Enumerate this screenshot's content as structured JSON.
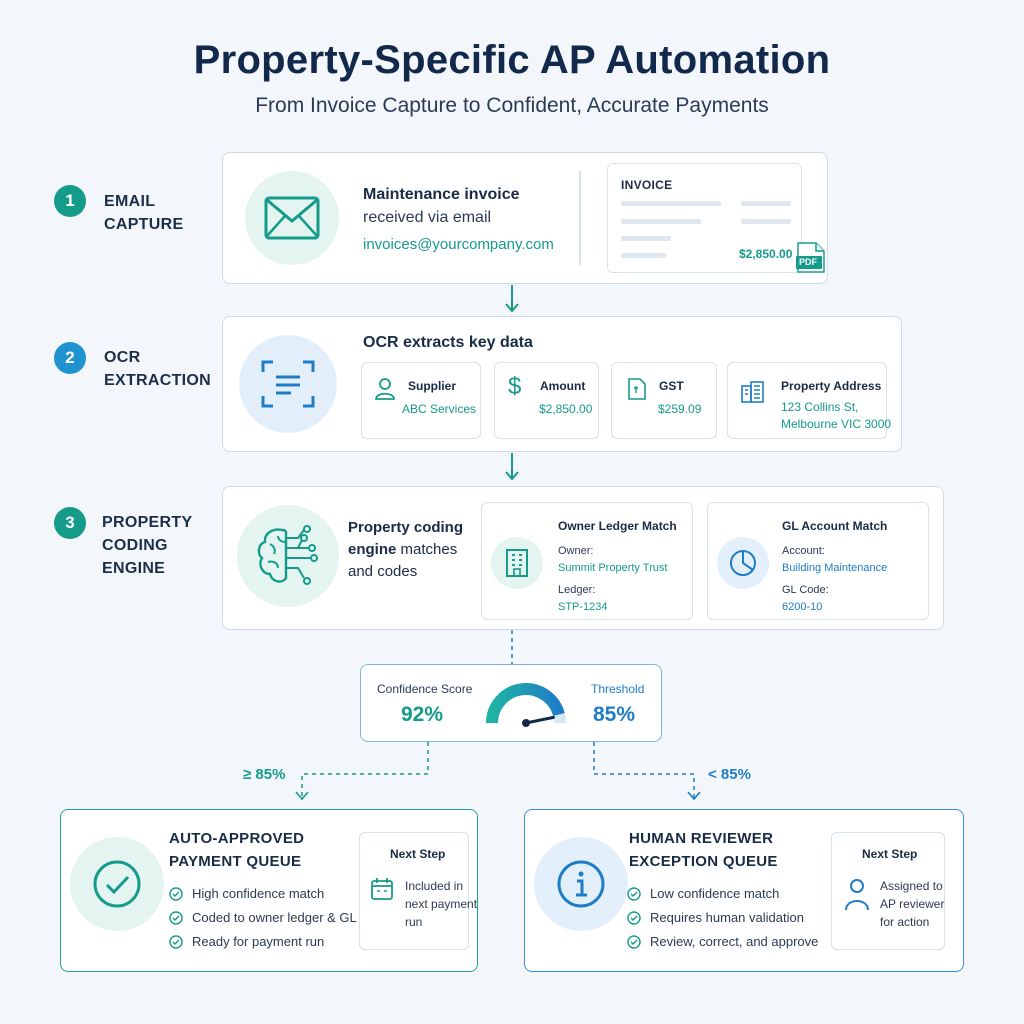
{
  "header": {
    "title": "Property-Specific AP Automation",
    "subtitle": "From Invoice Capture to Confident, Accurate Payments"
  },
  "colors": {
    "teal": "#159b8a",
    "blue": "#1f7dc6",
    "navy": "#13294b",
    "background": "#f3f7fb"
  },
  "steps": [
    {
      "number": "1",
      "label_line1": "EMAIL",
      "label_line2": "CAPTURE",
      "icon": "envelope-icon",
      "heading": "Maintenance invoice",
      "line2": "received via email",
      "email": "invoices@yourcompany.com",
      "invoice": {
        "label": "INVOICE",
        "amount": "$2,850.00",
        "file_badge": "PDF"
      }
    },
    {
      "number": "2",
      "label_line1": "OCR",
      "label_line2": "EXTRACTION",
      "icon": "scan-document-icon",
      "heading": "OCR extracts key data",
      "fields": [
        {
          "icon": "user-icon",
          "label": "Supplier",
          "value": "ABC Services"
        },
        {
          "icon": "dollar-icon",
          "label": "Amount",
          "value": "$2,850.00"
        },
        {
          "icon": "receipt-icon",
          "label": "GST",
          "value": "$259.09"
        },
        {
          "icon": "building-icon",
          "label": "Property Address",
          "value_line1": "123 Collins St,",
          "value_line2": "Melbourne VIC 3000"
        }
      ]
    },
    {
      "number": "3",
      "label_line1": "PROPERTY",
      "label_line2": "CODING",
      "label_line3": "ENGINE",
      "icon": "brain-circuit-icon",
      "heading_bold": "Property coding",
      "heading_bold2": "engine",
      "heading_rest": " matches",
      "heading_line3": "and codes",
      "owner_match": {
        "title": "Owner Ledger Match",
        "icon": "office-building-icon",
        "owner_label": "Owner:",
        "owner_value": "Summit Property Trust",
        "ledger_label": "Ledger:",
        "ledger_value": "STP-1234"
      },
      "gl_match": {
        "title": "GL Account Match",
        "icon": "pie-chart-icon",
        "account_label": "Account:",
        "account_value": "Building Maintenance",
        "code_label": "GL Code:",
        "code_value": "6200-10"
      }
    }
  ],
  "confidence": {
    "score_label": "Confidence Score",
    "score_value": "92%",
    "score_fraction": 0.92,
    "threshold_label": "Threshold",
    "threshold_value": "85%",
    "gauge_icon": "gauge-icon"
  },
  "branches": {
    "left_label": "≥ 85%",
    "right_label": "< 85%"
  },
  "outcomes": {
    "approved": {
      "icon": "check-circle-icon",
      "title_line1": "AUTO-APPROVED",
      "title_line2": "PAYMENT QUEUE",
      "checks": [
        "High confidence match",
        "Coded to owner ledger & GL",
        "Ready for payment run"
      ],
      "next_title": "Next Step",
      "next_icon": "calendar-icon",
      "next_lines": [
        "Included in",
        "next payment",
        "run"
      ]
    },
    "review": {
      "icon": "info-icon",
      "title_line1": "HUMAN REVIEWER",
      "title_line2": "EXCEPTION QUEUE",
      "checks": [
        "Low confidence match",
        "Requires human validation",
        "Review, correct, and approve"
      ],
      "next_title": "Next Step",
      "next_icon": "person-icon",
      "next_lines": [
        "Assigned to",
        "AP reviewer",
        "for action"
      ]
    }
  }
}
